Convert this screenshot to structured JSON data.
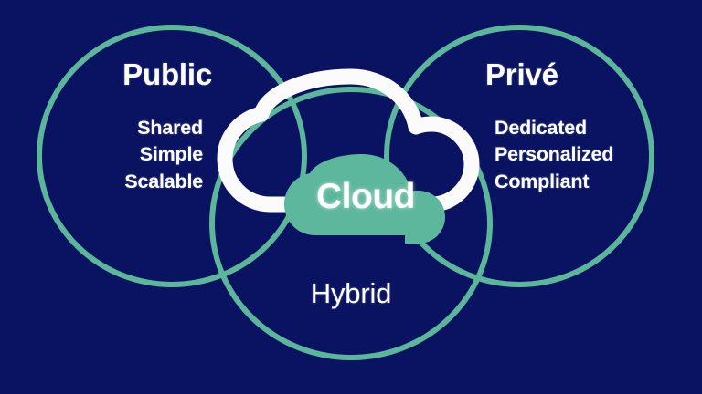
{
  "diagram": {
    "title": "Cloud deployment models Venn diagram",
    "background_color": "#0a1361",
    "circle_stroke_color": "#5cb79a",
    "cloud_outline_color": "#fbfbfb",
    "cloud_badge_color": "#5cb79d",
    "text_color": "#ffffff"
  },
  "circles": {
    "public": {
      "title": "Public",
      "bullets": "Shared\nSimple\nScalable",
      "bullet_items": [
        "Shared",
        "Simple",
        "Scalable"
      ]
    },
    "prive": {
      "title": "Privé",
      "bullets": "Dedicated\nPersonalized\nCompliant",
      "bullet_items": [
        "Dedicated",
        "Personalized",
        "Compliant"
      ]
    },
    "hybrid": {
      "title": "Hybrid",
      "bullets": "",
      "bullet_items": []
    }
  },
  "center": {
    "badge_label": "Cloud",
    "icon_name": "cloud-icon"
  }
}
